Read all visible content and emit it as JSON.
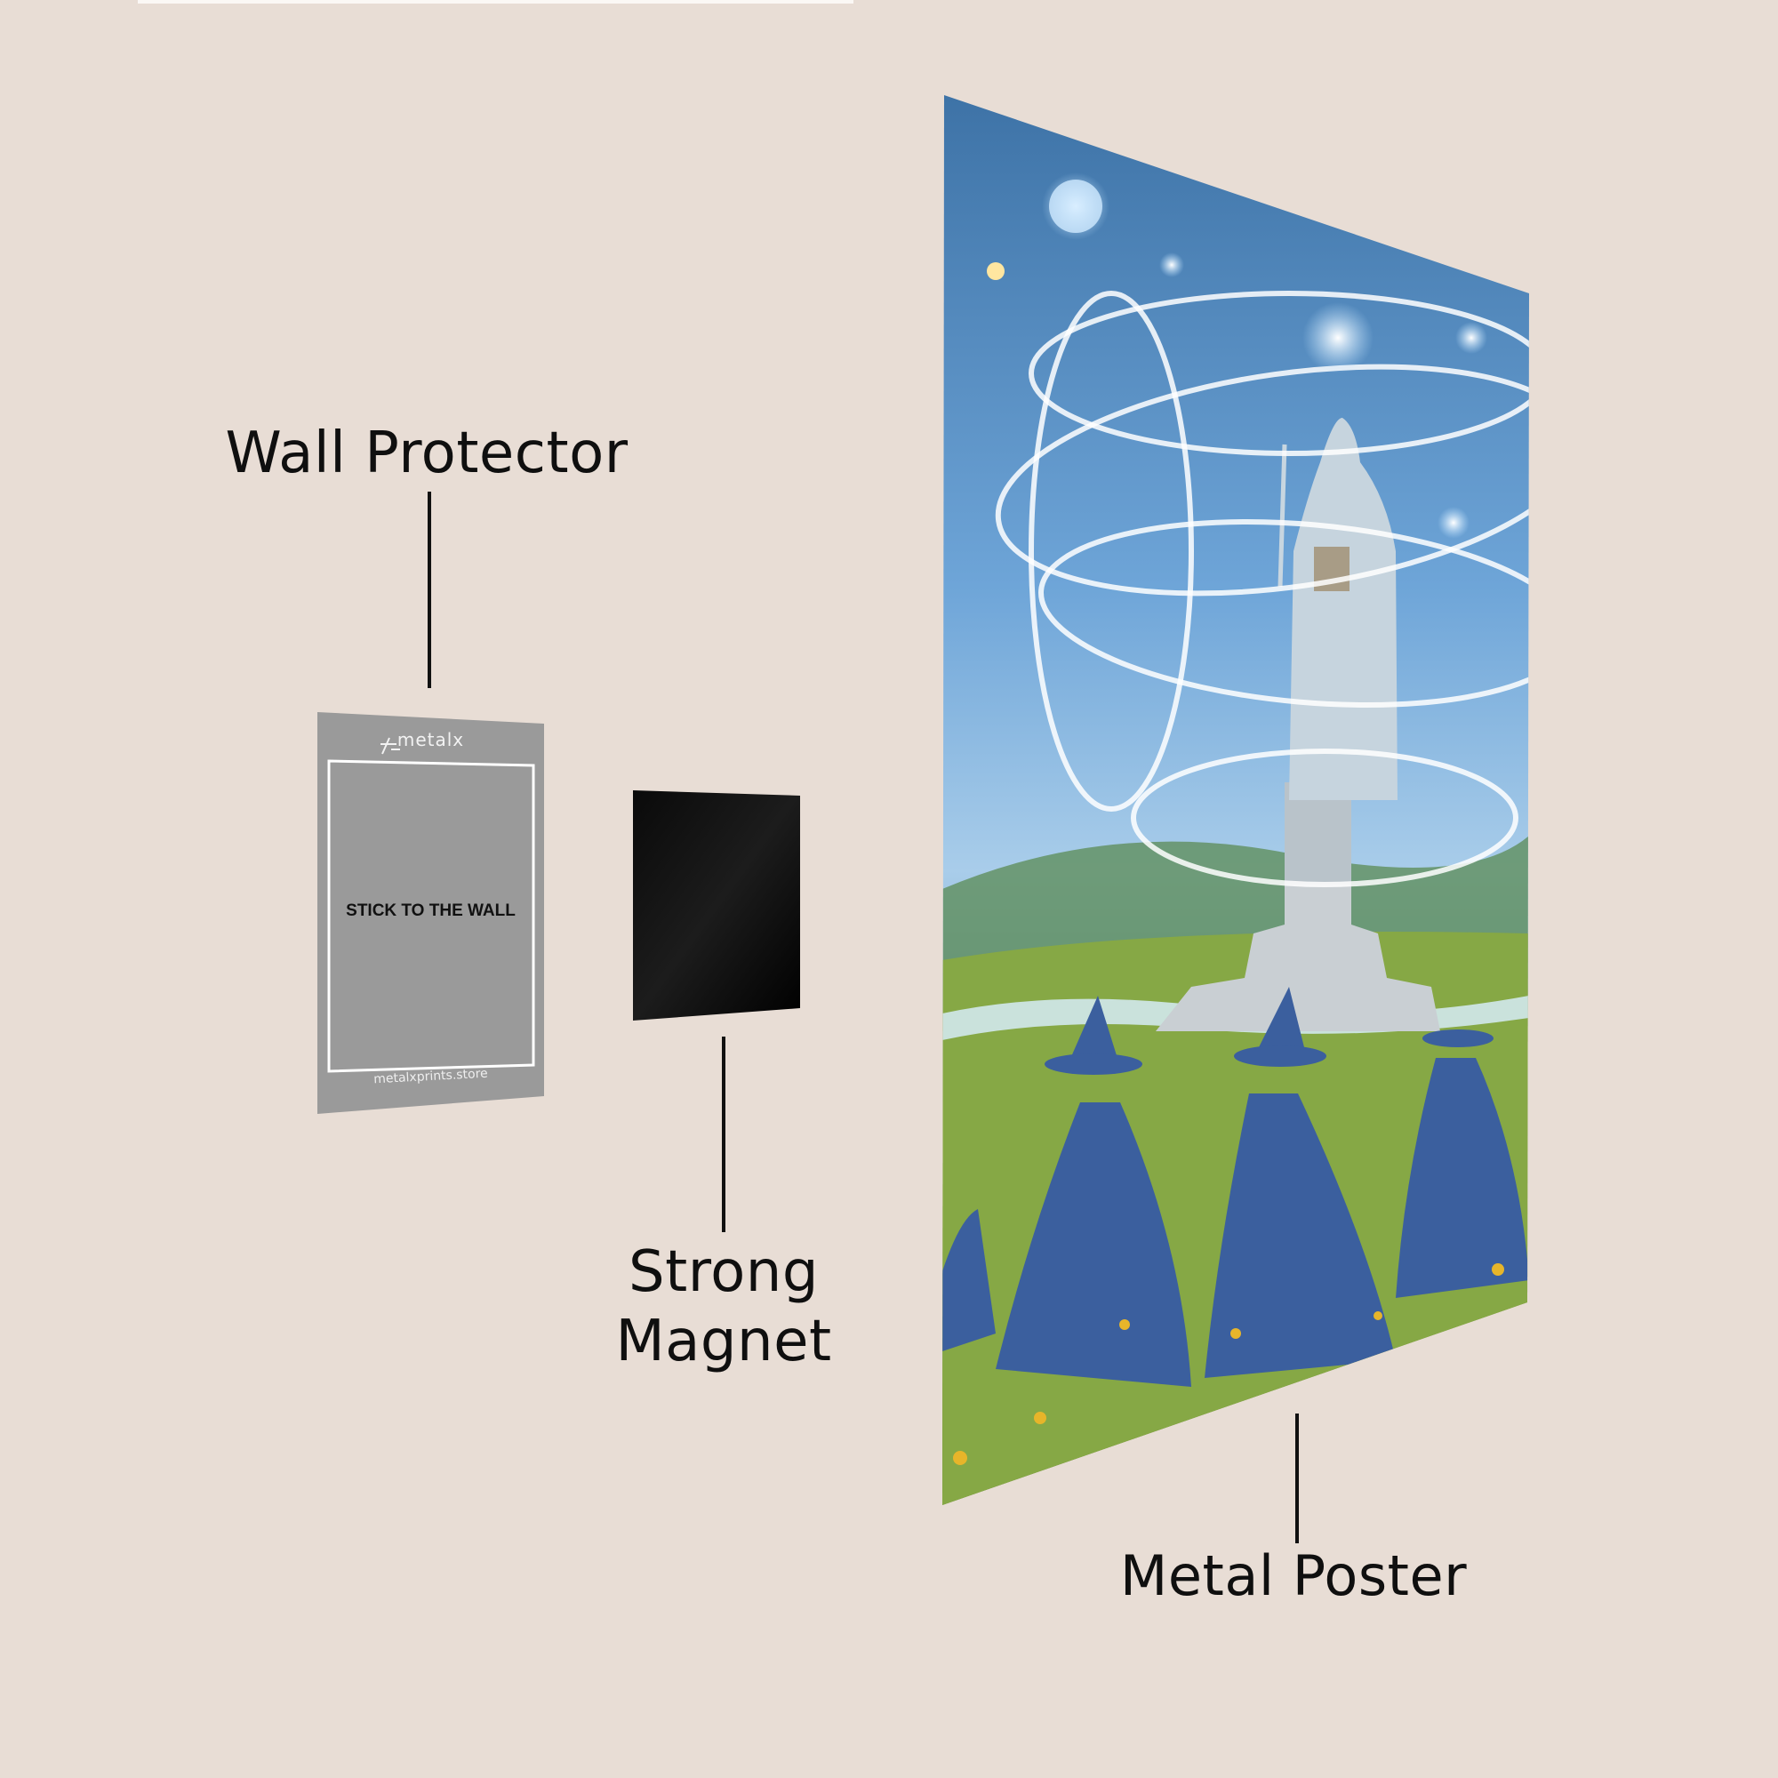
{
  "colors": {
    "background": "#e8ddd5",
    "wall_protector": "#9a9a9a",
    "wall_protector_border": "#ffffff",
    "magnet": "#050505",
    "text": "#0f0f0f",
    "sky_top": "#3f74a8",
    "sky_mid": "#7fb0de",
    "grass": "#7e9a32",
    "robe": "#3a5fa0"
  },
  "labels": {
    "wall_protector": "Wall Protector",
    "strong_magnet_line1": "Strong",
    "strong_magnet_line2": "Magnet",
    "metal_poster": "Metal Poster"
  },
  "wall_protector": {
    "brand": "metalx",
    "instruction": "STICK TO THE WALL",
    "url": "metalxprints.store"
  },
  "poster": {
    "subject": "Glowing statue of a robed wizard holding a staff and book, encircled by luminous light rings, with blue-robed wizards in pointed hats sitting in a grassy meadow"
  }
}
